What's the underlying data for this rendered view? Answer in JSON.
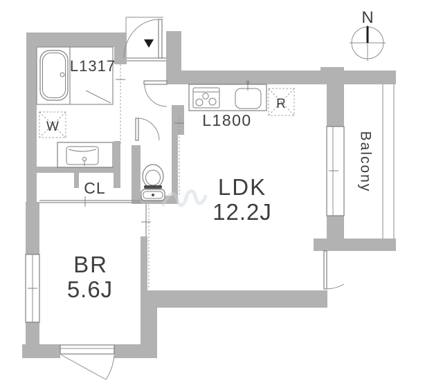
{
  "plan": {
    "bath": {
      "label": "L1317"
    },
    "washer": {
      "label": "W"
    },
    "closet": {
      "label": "CL"
    },
    "kitchen": {
      "label": "L1800"
    },
    "refrigerator": {
      "label": "R"
    },
    "living": {
      "name": "LDK",
      "size": "12.2J"
    },
    "bedroom": {
      "name": "BR",
      "size": "5.6J"
    },
    "balcony": {
      "label": "Balcony"
    }
  },
  "compass": {
    "label": "N"
  },
  "colors": {
    "wall": "#b2b2b2",
    "line": "#8c8c8c",
    "fixture": "#7e7e7e",
    "text": "#3e3e3e",
    "dash": "#9a9a9a",
    "marker": "#1c1c1c"
  }
}
